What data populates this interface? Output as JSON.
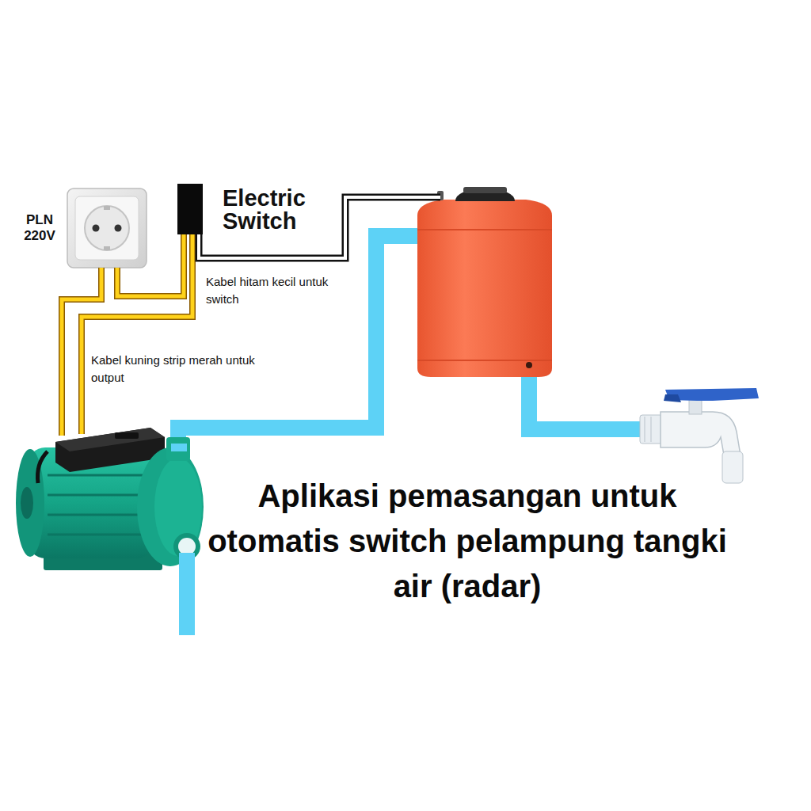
{
  "diagram": {
    "title": "Aplikasi pemasangan untuk otomatis switch pelampung tangki air (radar)",
    "labels": [
      "PLN 220V",
      "Electric Switch",
      "Kabel hitam kecil untuk switch",
      "Kabel kuning strip merah untuk output"
    ]
  }
}
